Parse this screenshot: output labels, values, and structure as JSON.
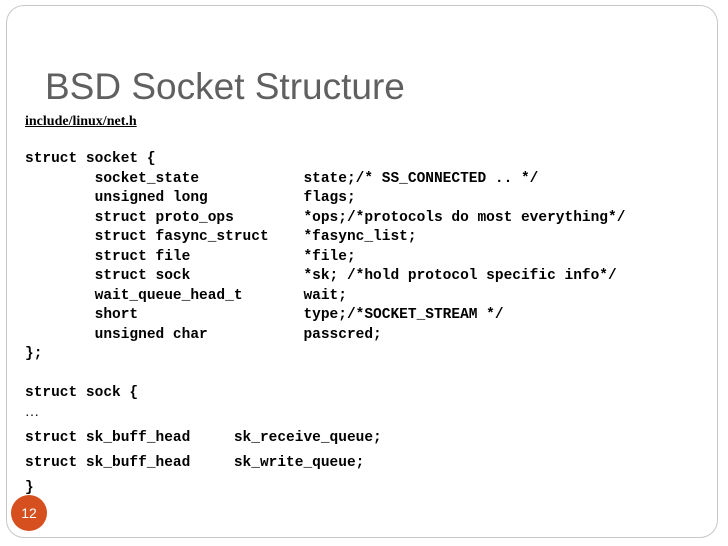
{
  "slide": {
    "title": "BSD Socket Structure",
    "path": "include/linux/net.h",
    "page_number": "12"
  },
  "code": {
    "socket_block": [
      "struct socket {",
      "        socket_state            state;/* SS_CONNECTED .. */",
      "        unsigned long           flags;",
      "        struct proto_ops        *ops;/*protocols do most everything*/",
      "        struct fasync_struct    *fasync_list;",
      "        struct file             *file;",
      "        struct sock             *sk; /*hold protocol specific info*/",
      "        wait_queue_head_t       wait;",
      "        short                   type;/*SOCKET_STREAM */",
      "        unsigned char           passcred;",
      "};"
    ],
    "sock_header": "struct sock {",
    "ellipsis": "…",
    "sock_lines": [
      "struct sk_buff_head     sk_receive_queue;",
      "struct sk_buff_head     sk_write_queue;",
      "}"
    ]
  }
}
